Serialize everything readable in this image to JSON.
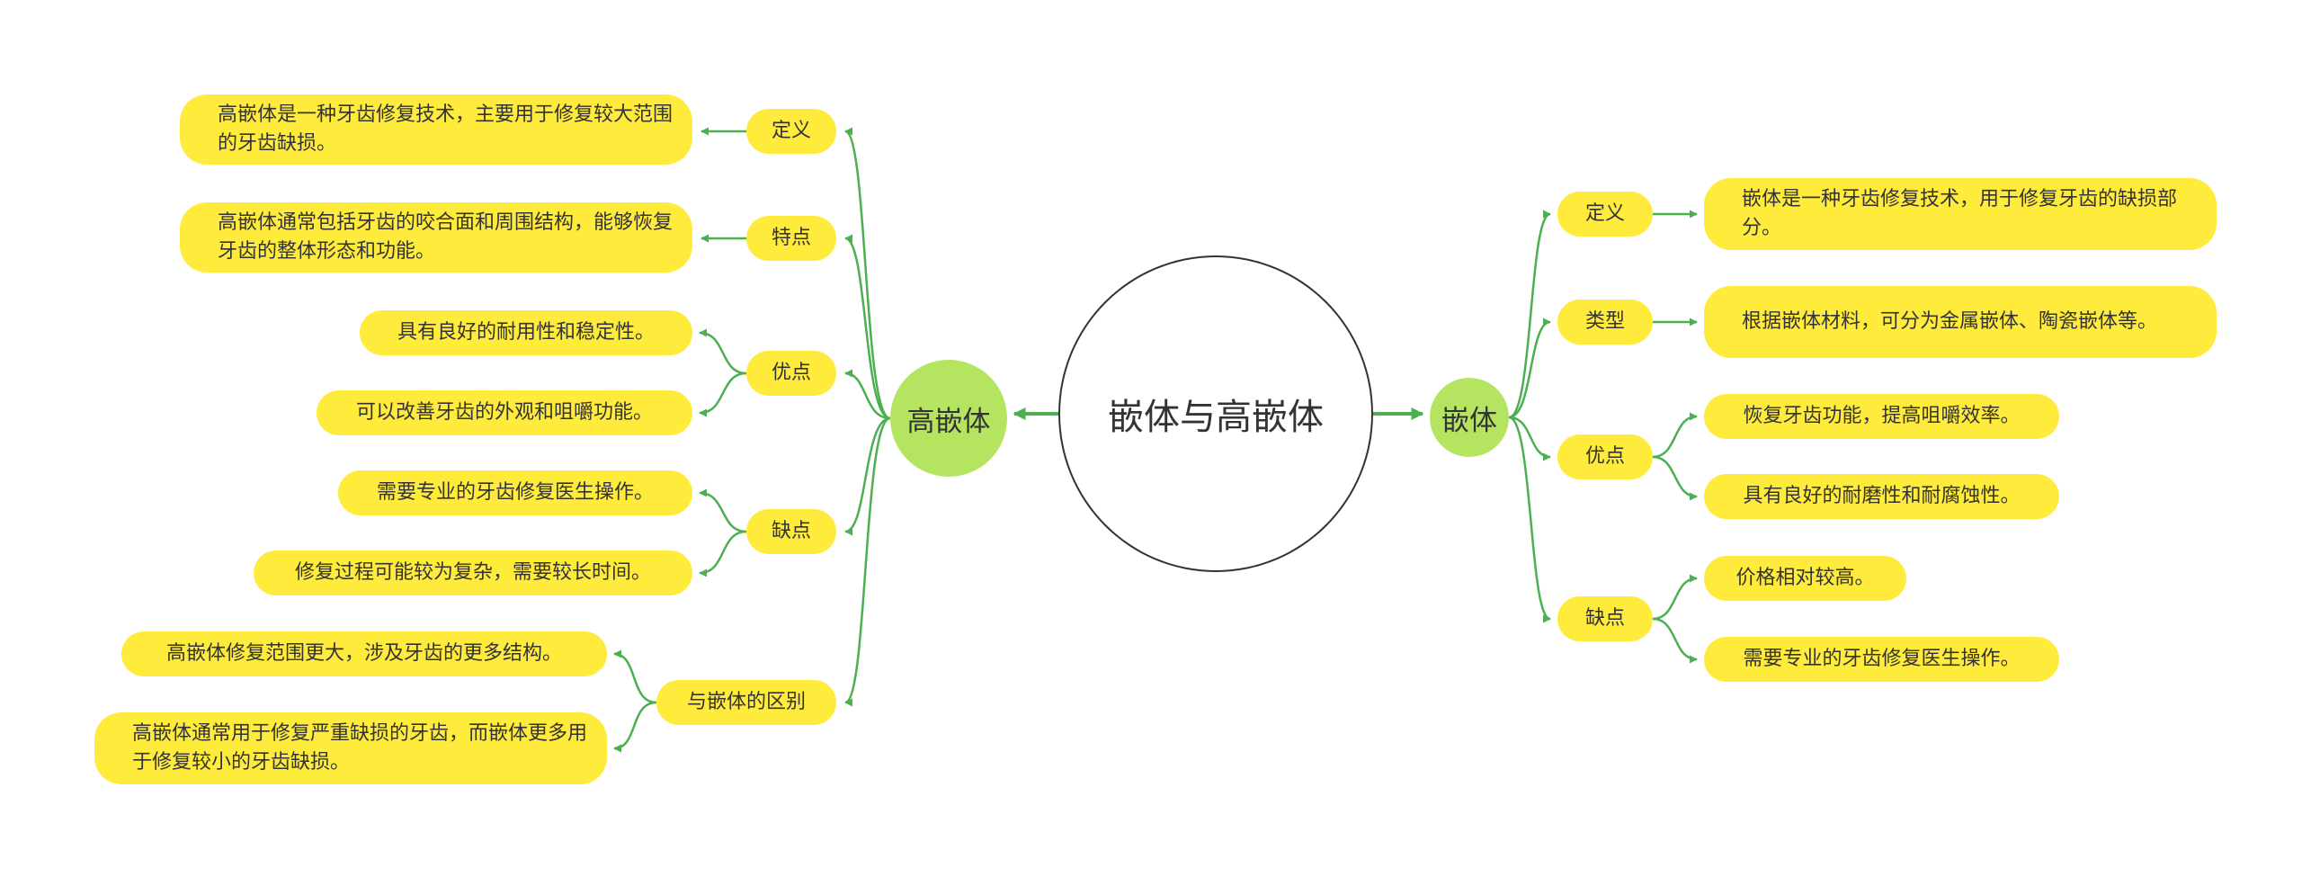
{
  "colors": {
    "connector": "#4caf50",
    "node_fill": "#ffeb3b",
    "branch_fill": "#b5e461",
    "text": "#333333",
    "root_border": "#333333"
  },
  "root": {
    "label": "嵌体与高嵌体"
  },
  "left": {
    "label": "高嵌体",
    "categories": [
      {
        "label": "定义",
        "items": [
          "高嵌体是一种牙齿修复技术，主要用于修复较大范围的牙齿缺损。"
        ]
      },
      {
        "label": "特点",
        "items": [
          "高嵌体通常包括牙齿的咬合面和周围结构，能够恢复牙齿的整体形态和功能。"
        ]
      },
      {
        "label": "优点",
        "items": [
          "具有良好的耐用性和稳定性。",
          "可以改善牙齿的外观和咀嚼功能。"
        ]
      },
      {
        "label": "缺点",
        "items": [
          "需要专业的牙齿修复医生操作。",
          "修复过程可能较为复杂，需要较长时间。"
        ]
      },
      {
        "label": "与嵌体的区别",
        "items": [
          "高嵌体修复范围更大，涉及牙齿的更多结构。",
          "高嵌体通常用于修复严重缺损的牙齿，而嵌体更多用于修复较小的牙齿缺损。"
        ]
      }
    ]
  },
  "right": {
    "label": "嵌体",
    "categories": [
      {
        "label": "定义",
        "items": [
          "嵌体是一种牙齿修复技术，用于修复牙齿的缺损部分。"
        ]
      },
      {
        "label": "类型",
        "items": [
          "根据嵌体材料，可分为金属嵌体、陶瓷嵌体等。"
        ]
      },
      {
        "label": "优点",
        "items": [
          "恢复牙齿功能，提高咀嚼效率。",
          "具有良好的耐磨性和耐腐蚀性。"
        ]
      },
      {
        "label": "缺点",
        "items": [
          "价格相对较高。",
          "需要专业的牙齿修复医生操作。"
        ]
      }
    ]
  }
}
